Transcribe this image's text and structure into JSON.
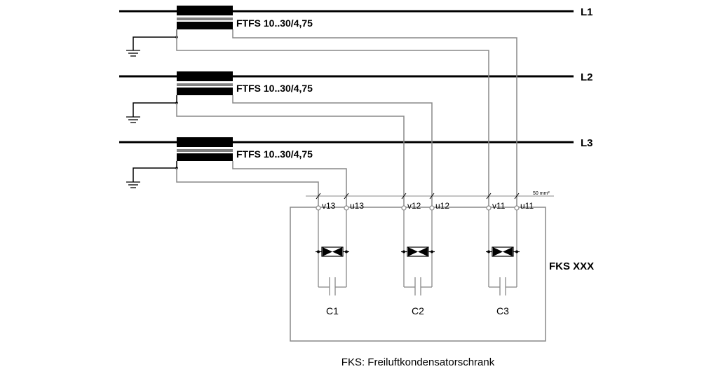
{
  "lines": [
    {
      "id": "L1",
      "label": "L1"
    },
    {
      "id": "L2",
      "label": "L2"
    },
    {
      "id": "L3",
      "label": "L3"
    }
  ],
  "transformers": [
    {
      "label": "FTFS 10..30/4,75"
    },
    {
      "label": "FTFS 10..30/4,75"
    },
    {
      "label": "FTFS 10..30/4,75"
    }
  ],
  "cable_note": "50 mm²",
  "terminals": [
    "v13",
    "u13",
    "v12",
    "u12",
    "v11",
    "u11"
  ],
  "capacitors": [
    {
      "label": "C1"
    },
    {
      "label": "C2"
    },
    {
      "label": "C3"
    }
  ],
  "cabinet_label": "FKS XXX",
  "footnote": "FKS: Freiluftkondensatorschrank",
  "colors": {
    "line": "#000000",
    "wire": "#888888",
    "background": "#ffffff"
  }
}
